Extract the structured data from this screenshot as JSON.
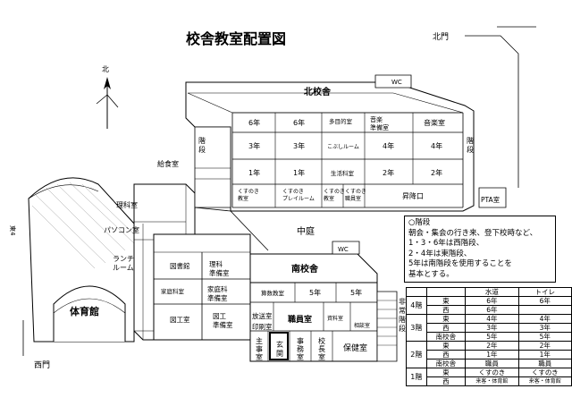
{
  "title": "校舎教室配置図",
  "compass": {
    "north": "北",
    "north_gate": "北門",
    "west_gate": "西門",
    "east_gate": "東4"
  },
  "buildings": {
    "north": "北校舎",
    "south": "南校舎",
    "gym": "体育館",
    "courtyard": "中庭"
  },
  "north_rooms": {
    "row1": [
      "6年",
      "6年",
      "多目的室",
      "音楽\n準備室",
      "音楽室"
    ],
    "row2": [
      "3年",
      "3年",
      "こぶしルーム",
      "4年",
      "4年"
    ],
    "row3": [
      "1年",
      "1年",
      "生活科室",
      "2年",
      "2年"
    ],
    "row4": [
      "くすのき\n教室",
      "くすのき\nプレイルーム",
      "くすのき\n教室",
      "くすのき\n職員室",
      "昇降口"
    ],
    "wc": "WC",
    "stairs_left": "階\n段",
    "stairs_right": "階\n段",
    "pta": "PTA室"
  },
  "west_rooms": {
    "kyushoku": "給食室",
    "rika": "理科室",
    "pc": "パソコン室",
    "lunch": "ランチ\nルーム",
    "toshokan": "図書館",
    "rika_jumbi": "理科\n準備室",
    "kateika": "家庭科室",
    "kateika_jumbi": "家庭科\n準備室",
    "zuko": "図工室",
    "zuko_jumbi": "図工\n準備室"
  },
  "south_rooms": {
    "sansu": "算数教室",
    "r5a": "5年",
    "r5b": "5年",
    "hoso": "放送室",
    "insatsu": "印刷室",
    "shokuin": "職員室",
    "shiryo": "資料室",
    "sogo": "相談室",
    "shuji": "主\n事\n室",
    "genkan": "玄\n関",
    "jimu": "事\n務\n室",
    "kocho": "校\n長\n室",
    "hoken": "保健室",
    "wc": "WC",
    "hijo": "非\n常\n階\n段"
  },
  "stairs_note": {
    "heading": "○階段",
    "lines": [
      "朝会・集会の行き来、登下校時など、",
      "1・3・6年は西階段、",
      "2・4年は東階段、",
      "5年は南階段を使用することを",
      "基本とする。"
    ]
  },
  "floor_table": {
    "header": [
      "",
      "",
      "水道",
      "トイレ"
    ],
    "rows": [
      [
        "4階",
        "東",
        "6年",
        "6年"
      ],
      [
        "",
        "西",
        "6年",
        ""
      ],
      [
        "3階",
        "東",
        "4年",
        "4年"
      ],
      [
        "",
        "西",
        "3年",
        "3年"
      ],
      [
        "",
        "南校舎",
        "5年",
        "5年"
      ],
      [
        "2階",
        "東",
        "2年",
        "2年"
      ],
      [
        "",
        "西",
        "1年",
        "1年"
      ],
      [
        "",
        "南校舎",
        "職員",
        "職員"
      ],
      [
        "1階",
        "東",
        "くすのき",
        "くすのき"
      ],
      [
        "",
        "西",
        "来客・体育館",
        "来客・体育館"
      ]
    ]
  }
}
